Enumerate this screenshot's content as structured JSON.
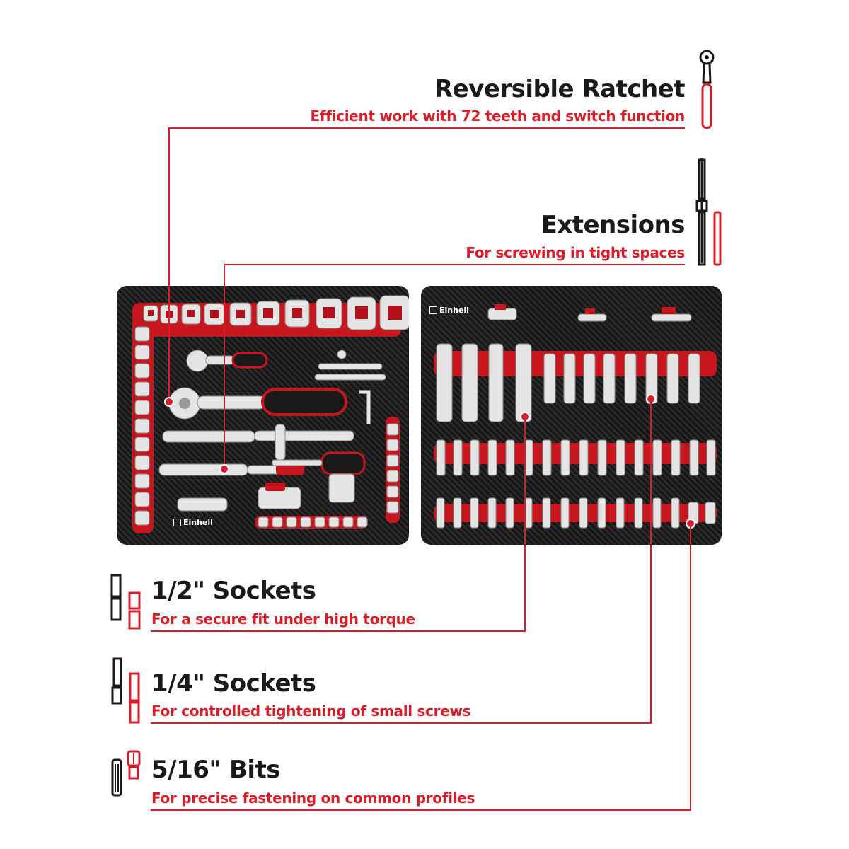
{
  "features": [
    {
      "title": "Reversible Ratchet",
      "subtitle": "Efficient work with 72 teeth and switch function",
      "icon": "ratchet-icon"
    },
    {
      "title": "Extensions",
      "subtitle": "For screwing in tight spaces",
      "icon": "extension-icon"
    },
    {
      "title": "1/2\" Sockets",
      "subtitle": "For a secure fit under high torque",
      "icon": "half-inch-socket-icon"
    },
    {
      "title": "1/4\" Sockets",
      "subtitle": "For controlled tightening of small screws",
      "icon": "quarter-inch-socket-icon"
    },
    {
      "title": "5/16\" Bits",
      "subtitle": "For precise fastening on common profiles",
      "icon": "bit-icon"
    }
  ],
  "brand": "Einhell",
  "colors": {
    "accent": "#d81e2a",
    "text": "#1a1a1a",
    "tray": "#1e1e1e",
    "chrome": "#d9d9d9"
  }
}
